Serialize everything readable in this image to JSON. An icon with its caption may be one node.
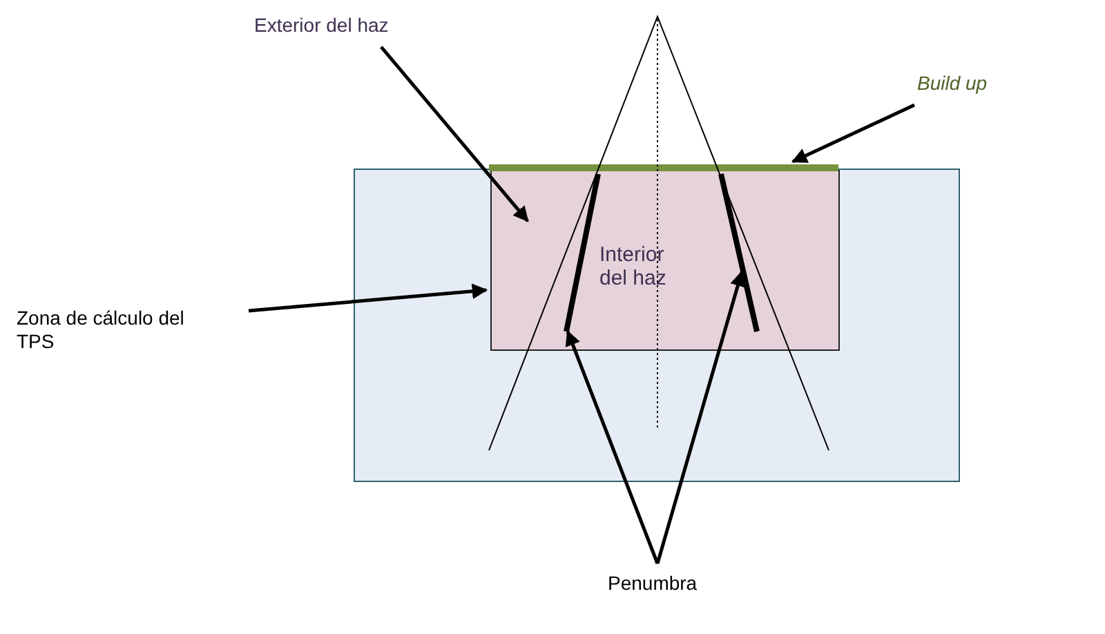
{
  "diagram": {
    "nodes": [
      {
        "text": [
          "Exterior del haz"
        ]
      },
      {
        "text": [
          "Build up"
        ]
      },
      {
        "text": [
          "Zona de cálculo del TPS"
        ]
      },
      {
        "text": [],
        "shape": "box"
      },
      {
        "text": [
          "Interior del haz"
        ],
        "in": 3
      },
      {
        "text": [],
        "shape": "bar"
      },
      {
        "text": [],
        "shape": "bar",
        "in": 4
      },
      {
        "text": [],
        "shape": "bar",
        "in": 4
      },
      {
        "text": [
          "Penumbra"
        ]
      }
    ],
    "edges": [
      {
        "from": 0,
        "to": 4,
        "arrow": "to"
      },
      {
        "from": 1,
        "to": 5,
        "arrow": "to"
      },
      {
        "from": 2,
        "to": 4,
        "arrow": "to"
      },
      {
        "from": 8,
        "to": 6,
        "arrow": "to"
      },
      {
        "from": 8,
        "to": 7,
        "arrow": "to"
      }
    ]
  }
}
